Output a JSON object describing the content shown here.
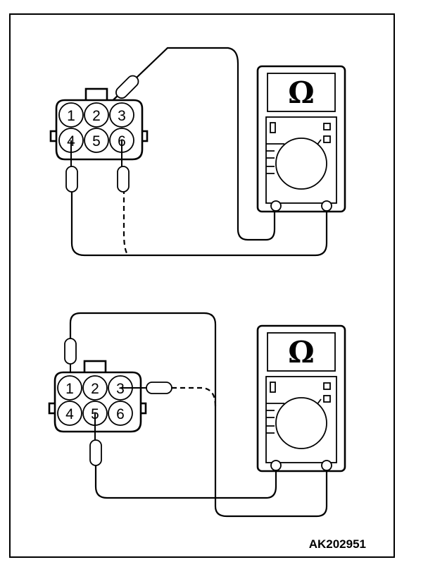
{
  "diagram": {
    "figure_code": "AK202951",
    "meter_symbol": "Ω",
    "connector_pins": [
      "1",
      "2",
      "3",
      "4",
      "5",
      "6"
    ]
  }
}
